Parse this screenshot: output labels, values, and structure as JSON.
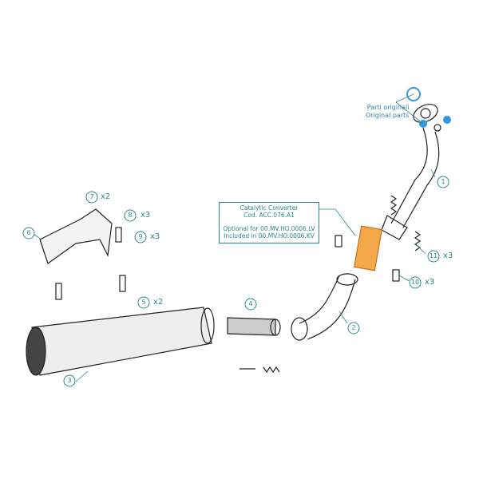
{
  "catalytic_note": {
    "line1": "Catalytic Converter",
    "line2": "Cod. ACC.076.A1",
    "line3": "Optional for 00.MV.HO.0006.LV",
    "line4": "Included in 00.MV.HO.0006.KV"
  },
  "original_parts": {
    "line1": "Parti originali",
    "line2": "Original parts"
  },
  "callouts": [
    {
      "num": "1",
      "qty": ""
    },
    {
      "num": "2",
      "qty": ""
    },
    {
      "num": "3",
      "qty": ""
    },
    {
      "num": "4",
      "qty": ""
    },
    {
      "num": "5",
      "qty": "x2"
    },
    {
      "num": "6",
      "qty": ""
    },
    {
      "num": "7",
      "qty": "x2"
    },
    {
      "num": "8",
      "qty": "x3"
    },
    {
      "num": "9",
      "qty": "x3"
    },
    {
      "num": "10",
      "qty": "x3"
    },
    {
      "num": "11",
      "qty": "x3"
    }
  ],
  "colors": {
    "callout": "#2a8a8a",
    "original": "#3399dd",
    "catalyst": "#f5a84a"
  }
}
